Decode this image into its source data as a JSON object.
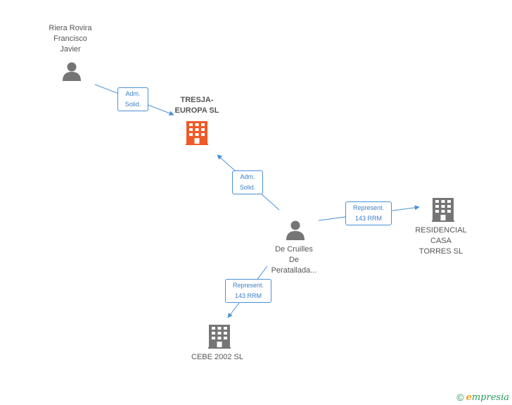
{
  "nodes": {
    "riera": {
      "label_lines": [
        "Riera Rovira",
        "Francisco",
        "Javier"
      ],
      "type": "person"
    },
    "tresja": {
      "label_lines": [
        "TRESJA-",
        "EUROPA SL"
      ],
      "type": "company-main"
    },
    "decruilles": {
      "label_lines": [
        "De Cruilles",
        "De",
        "Peratallada..."
      ],
      "type": "person"
    },
    "residencial": {
      "label_lines": [
        "RESIDENCIAL",
        "CASA",
        "TORRES SL"
      ],
      "type": "company"
    },
    "cebe": {
      "label_lines": [
        "CEBE 2002 SL"
      ],
      "type": "company"
    }
  },
  "edges": {
    "riera_tresja": {
      "lines": [
        "Adm.",
        "Solid."
      ]
    },
    "decruilles_tresja": {
      "lines": [
        "Adm.",
        "Solid."
      ]
    },
    "decruilles_residencial": {
      "lines": [
        "Represent.",
        "143 RRM"
      ]
    },
    "decruilles_cebe": {
      "lines": [
        "Represent.",
        "143 RRM"
      ]
    }
  },
  "footer": {
    "copyright": "©",
    "brand_initial": "e",
    "brand_rest": "mpresia"
  },
  "colors": {
    "edge": "#4a90d9",
    "person_icon": "#757575",
    "company_icon": "#757575",
    "main_company_icon": "#f05a28"
  }
}
